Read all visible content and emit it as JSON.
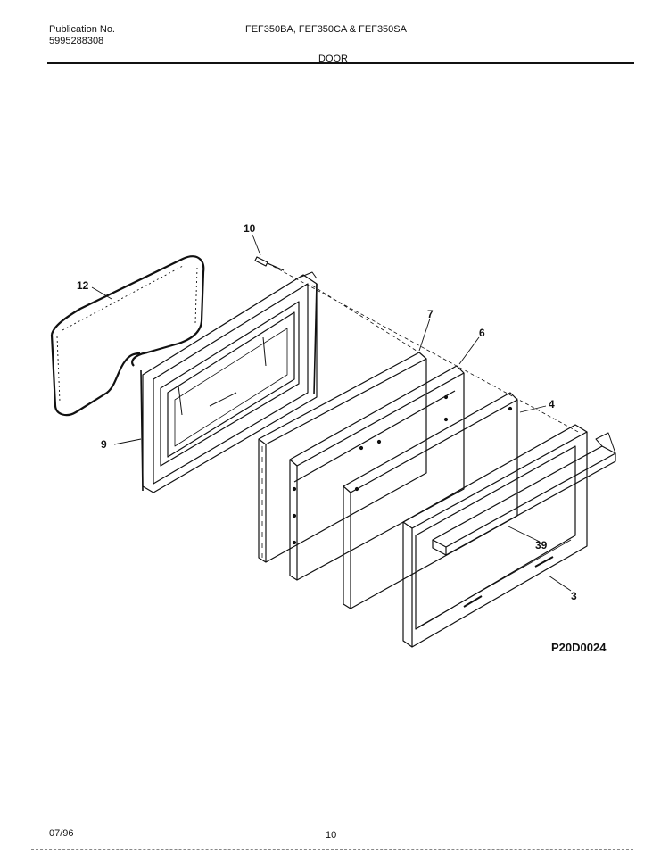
{
  "header": {
    "publication_label": "Publication No.",
    "publication_number": "5995288308",
    "models": "FEF350BA, FEF350CA & FEF350SA",
    "section_title": "DOOR"
  },
  "callouts": {
    "c10": "10",
    "c12": "12",
    "c7": "7",
    "c6": "6",
    "c4": "4",
    "c9": "9",
    "c39": "39",
    "c3": "3"
  },
  "diagram_code": "P20D0024",
  "footer": {
    "date": "07/96",
    "page_number": "10"
  }
}
